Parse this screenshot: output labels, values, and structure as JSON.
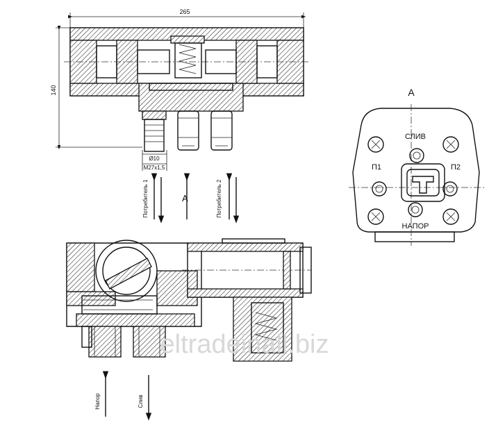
{
  "dimensions": {
    "width": "265",
    "height": "140",
    "diameter": "Ø10",
    "thread": "M27x1,5"
  },
  "ports_top": {
    "consumer_1": "Потребитель 1",
    "consumer_2": "Потребитель 2",
    "view_arrow": "A"
  },
  "view_a": {
    "title": "A",
    "drain": "СЛИВ",
    "pressure": "НАПОР",
    "p1": "П1",
    "p2": "П2"
  },
  "ports_bottom": {
    "pressure": "Напор",
    "drain": "Слив"
  },
  "watermark": "eltradeinall.biz"
}
